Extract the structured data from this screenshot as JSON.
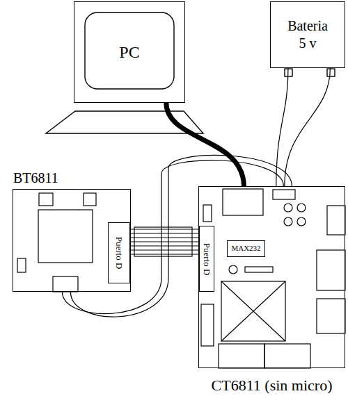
{
  "diagram": {
    "nodes": [
      {
        "text": [
          "PC"
        ]
      },
      {
        "text": [
          "Bateria 5 v"
        ]
      },
      {
        "text": [
          "BT6811"
        ]
      },
      {
        "text": [
          "Puerto D"
        ],
        "in": 2
      },
      {
        "text": [
          "CT6811 (sin micro)"
        ]
      },
      {
        "text": [
          "Puerto D"
        ],
        "in": 4
      },
      {
        "text": [
          "MAX232"
        ],
        "in": 4
      }
    ],
    "edges": [
      {
        "from": 0,
        "to": 4,
        "arrow": "none"
      },
      {
        "from": 1,
        "to": 4,
        "arrow": "none"
      },
      {
        "from": 2,
        "to": 4,
        "arrow": "none"
      },
      {
        "from": 3,
        "to": 5,
        "arrow": "none"
      }
    ]
  }
}
